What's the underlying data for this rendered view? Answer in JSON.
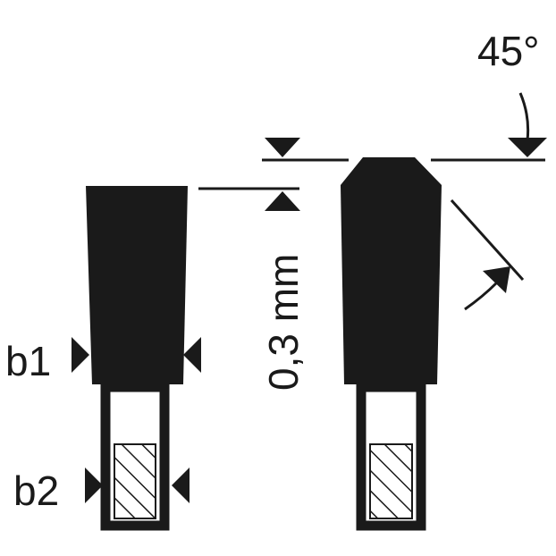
{
  "diagram": {
    "labels": {
      "angle": "45°",
      "offset": "0,3 mm",
      "b1": "b1",
      "b2": "b2"
    },
    "colors": {
      "ink": "#1a1a1a",
      "background": "#ffffff"
    }
  }
}
